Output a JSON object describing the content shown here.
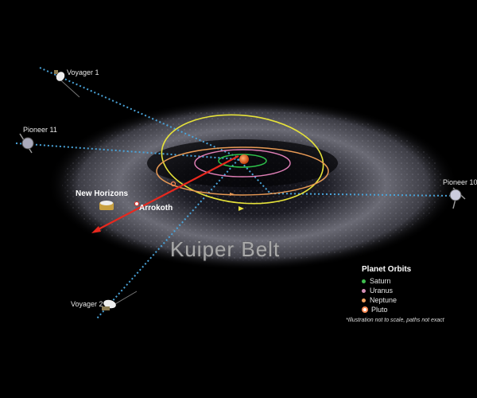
{
  "diagram": {
    "title": "Kuiper Belt",
    "spacecraft": [
      {
        "name": "Voyager 1"
      },
      {
        "name": "Pioneer 11"
      },
      {
        "name": "Pioneer 10"
      },
      {
        "name": "New Horizons"
      },
      {
        "name": "Voyager 2"
      }
    ],
    "objects": [
      {
        "name": "Arrokoth"
      }
    ],
    "legend": {
      "heading": "Planet Orbits",
      "items": [
        {
          "label": "Saturn",
          "color": "#3fbf4f"
        },
        {
          "label": "Uranus",
          "color": "#d58fb7"
        },
        {
          "label": "Neptune",
          "color": "#f0a060"
        },
        {
          "label": "Pluto",
          "color": "#ff8c55"
        }
      ],
      "note": "*Illustration not to scale, paths not exact"
    },
    "colors": {
      "background": "#000000",
      "trajectory_dotted": "#4aa3d8",
      "new_horizons_path": "#e8281e",
      "saturn_orbit": "#2ec24a",
      "uranus_orbit": "#e07fb6",
      "neptune_orbit": "#e89a55",
      "pluto_orbit": "#e6e23a",
      "sun": "#e06a1a"
    }
  }
}
